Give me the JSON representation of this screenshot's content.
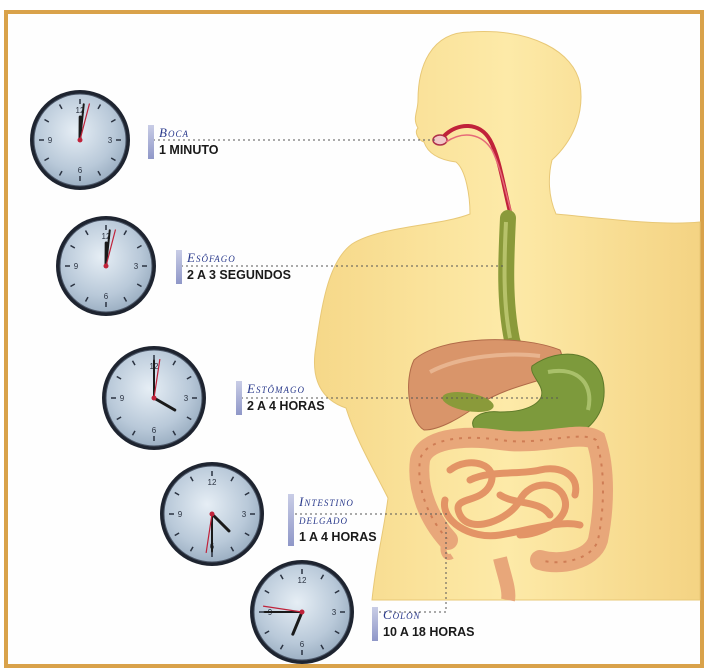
{
  "organs": [
    {
      "id": "boca",
      "name": "Boca",
      "time": "1 MINUTO",
      "clock": {
        "hour": 12,
        "minute": 1
      }
    },
    {
      "id": "esofago",
      "name": "Esôfago",
      "time": "2 A 3 SEGUNDOS",
      "clock": {
        "hour": 12,
        "minute": 1
      }
    },
    {
      "id": "estomago",
      "name": "Estômago",
      "time": "2 A 4 HORAS",
      "clock": {
        "hour": 4,
        "minute": 0
      }
    },
    {
      "id": "intestino",
      "name": "Intestino",
      "name2": "delgado",
      "time": "1 A 4 HORAS",
      "clock": {
        "hour": 4,
        "minute": 30
      }
    },
    {
      "id": "colon",
      "name": "Colon",
      "time": "10 A 18 HORAS",
      "clock": {
        "hour": 6,
        "minute": 45
      }
    }
  ],
  "clock_numbers": [
    "12",
    "3",
    "6",
    "9"
  ],
  "colors": {
    "frame": "#d9a24a",
    "skin": "#fbe39a",
    "esophagus": "#8a9a3a",
    "stomach": "#7d9a3c",
    "liver": "#d9956a",
    "intestine": "#e8a77a",
    "clock_face": "#b9c9d9",
    "label_text": "#2a3a8c"
  }
}
